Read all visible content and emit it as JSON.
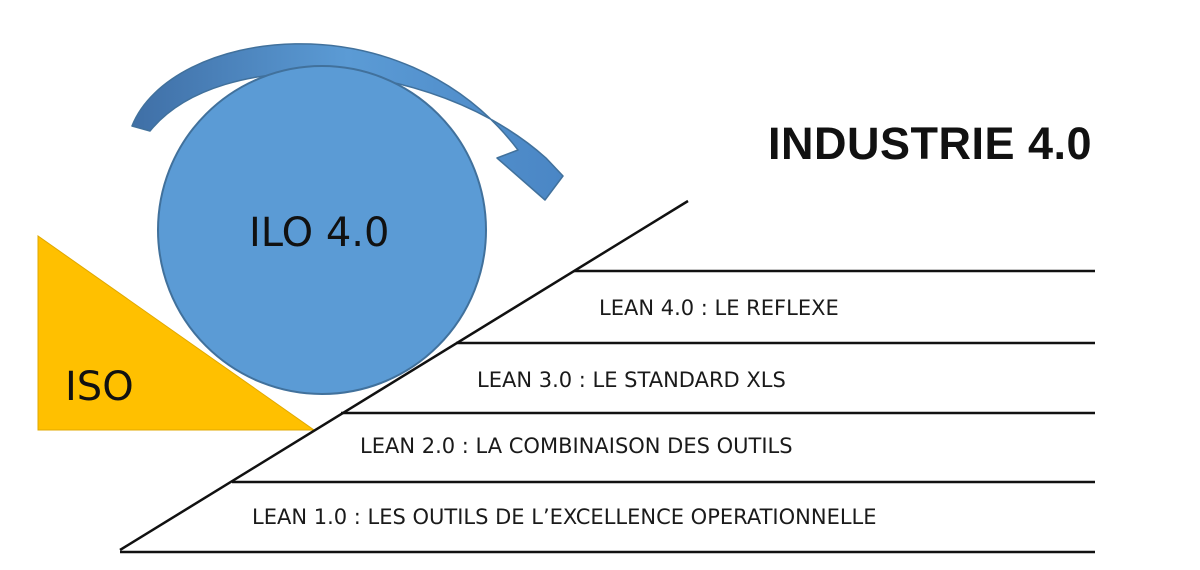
{
  "title": "INDUSTRIE 4.0",
  "circle": {
    "label": "ILO 4.0",
    "color": "#5b9bd5"
  },
  "wedge": {
    "label": "ISO",
    "color": "#ffc000"
  },
  "arrow": {
    "color": "#4a86c5"
  },
  "levels": [
    {
      "label": "LEAN 4.0 : LE REFLEXE"
    },
    {
      "label": "LEAN 3.0 : LE STANDARD XLS"
    },
    {
      "label": "LEAN 2.0 : LA COMBINAISON DES OUTILS"
    },
    {
      "label": "LEAN 1.0 : LES OUTILS DE L’EXCELLENCE OPERATIONNELLE"
    }
  ]
}
